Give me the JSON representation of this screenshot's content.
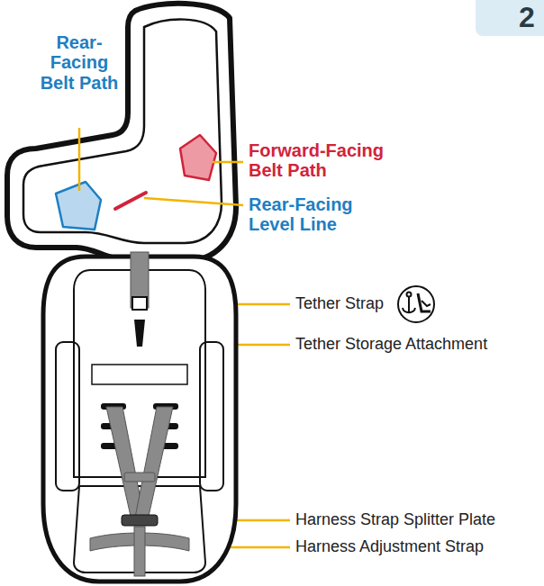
{
  "diagram": {
    "nodes": [
      {
        "text": [
          "2"
        ]
      }
    ],
    "labels": [
      "Rear-Facing Belt Path",
      "Forward-Facing Belt Path",
      "Rear-Facing Level Line",
      "Tether Strap",
      "Tether Storage Attachment",
      "Harness Strap Splitter Plate",
      "Harness Adjustment Strap"
    ]
  }
}
